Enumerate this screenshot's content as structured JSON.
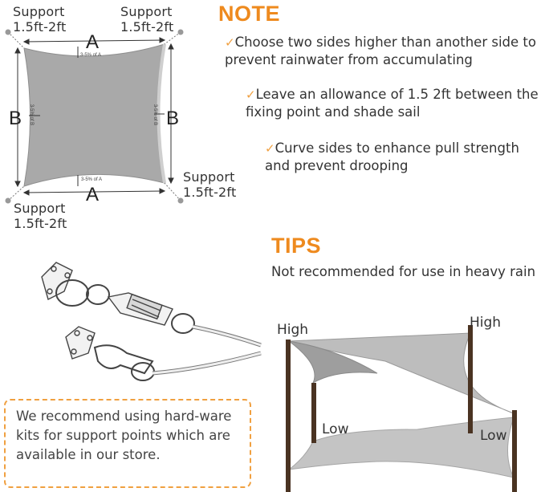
{
  "diagram": {
    "supports": {
      "top_left": "Support\n1.5ft-2ft",
      "top_right": "Support\n1.5ft-2ft",
      "bottom_right": "Support\n1.5ft-2ft",
      "bottom_left": "Support\n1.5ft-2ft"
    },
    "side_a": "A",
    "side_b": "B",
    "sag_a": "3-5% of A",
    "sag_b": "3-5% of B"
  },
  "note": {
    "title": "NOTE",
    "items": [
      "Choose two sides higher than another side to prevent rainwater from accumulating",
      "Leave an allowance of 1.5 2ft between the fixing point and shade sail",
      "Curve sides to enhance pull strength and prevent drooping"
    ]
  },
  "tips": {
    "title": "TIPS",
    "text": "Not recommended for use in heavy rain",
    "labels": {
      "high_left": "High",
      "high_right": "High",
      "low_left": "Low",
      "low_right": "Low"
    }
  },
  "recommend": {
    "text": "We recommend using hard-ware kits for support points which are available in our store."
  },
  "colors": {
    "accent": "#ee8a1e",
    "sail": "#a9a9a9",
    "pole": "#4a3322"
  }
}
